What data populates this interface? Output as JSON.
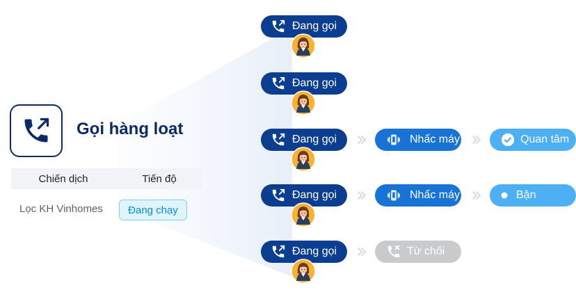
{
  "feature": {
    "title": "Gọi hàng loạt",
    "icon": "phone-outgoing-icon"
  },
  "table": {
    "headers": [
      "Chiến dịch",
      "Tiến độ"
    ],
    "row": {
      "campaign": "Lọc KH Vinhomes",
      "status": "Đang chạy"
    }
  },
  "calls": [
    {
      "state": "Đang gọi",
      "steps": []
    },
    {
      "state": "Đang gọi",
      "steps": []
    },
    {
      "state": "Đang gọi",
      "steps": [
        {
          "label": "Nhấc máy",
          "icon": "phone-vibrate-icon"
        },
        {
          "label": "Quan tâm",
          "icon": "check-circle-icon"
        }
      ]
    },
    {
      "state": "Đang gọi",
      "steps": [
        {
          "label": "Nhấc máy",
          "icon": "phone-vibrate-icon"
        },
        {
          "label": "Bận",
          "icon": "dot-icon"
        }
      ]
    },
    {
      "state": "Đang gọi",
      "steps": [
        {
          "label": "Từ chối",
          "icon": "phone-rejected-icon"
        }
      ]
    }
  ],
  "colors": {
    "navy": "#0b3d91",
    "blue": "#1773d6",
    "light_blue": "#4db0f5",
    "grey": "#c9cacc",
    "accent_text": "#0a8ad8"
  }
}
